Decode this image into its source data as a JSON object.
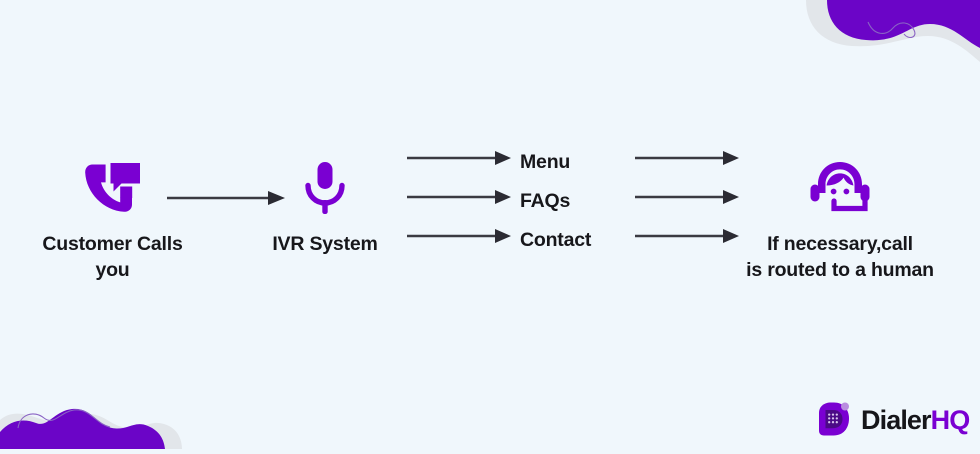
{
  "page": {
    "background_color": "#f0f7fc",
    "accent_purple": "#7a00d2",
    "blob_purple": "#6b05c7",
    "text_color": "#17171b",
    "arrow_color": "#3a3a42"
  },
  "decorations": [
    {
      "name": "top-right-blob",
      "color": "#6b05c7"
    },
    {
      "name": "bottom-left-blob",
      "color": "#6b05c7"
    }
  ],
  "flow": {
    "nodes": [
      {
        "id": "customer",
        "icon": "phone-call-bubble-icon",
        "label": "Customer Calls\nyou"
      },
      {
        "id": "ivr",
        "icon": "microphone-icon",
        "label": "IVR System"
      },
      {
        "id": "human",
        "icon": "headset-agent-icon",
        "label": "If necessary,call\nis routed to a human"
      }
    ],
    "options": [
      {
        "label": "Menu"
      },
      {
        "label": "FAQs"
      },
      {
        "label": "Contact"
      }
    ],
    "arrows": [
      {
        "name": "arrow-customer-to-ivr"
      },
      {
        "name": "arrow-ivr-to-menu"
      },
      {
        "name": "arrow-ivr-to-faqs"
      },
      {
        "name": "arrow-ivr-to-contact"
      },
      {
        "name": "arrow-menu-to-human"
      },
      {
        "name": "arrow-faqs-to-human"
      },
      {
        "name": "arrow-contact-to-human"
      }
    ]
  },
  "logo": {
    "icon": "dialerhq-keypad-icon",
    "name_primary": "Dialer",
    "name_accent": "HQ"
  }
}
